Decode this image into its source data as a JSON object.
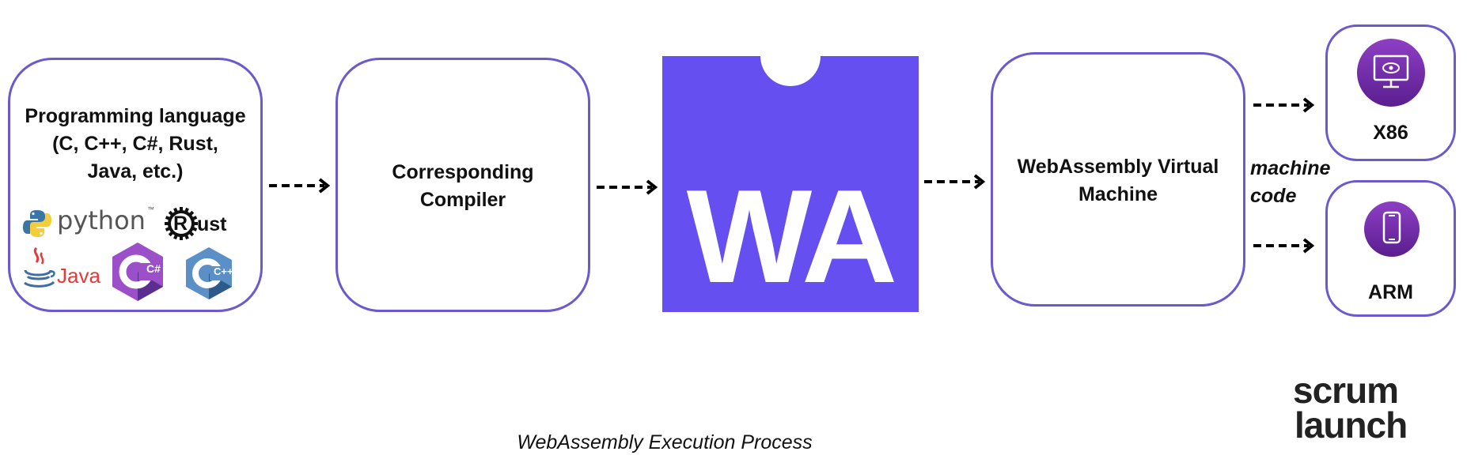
{
  "colors": {
    "border": "#6a5acd",
    "wa_brand": "#654ff0",
    "target_icon_bg": "#7a2fb3"
  },
  "source": {
    "title": "Programming language",
    "subtitle": "(C, C++, C#, Rust, Java, etc.)",
    "logos": {
      "python": "python",
      "python_tm": "™",
      "rust": "ust",
      "rust_r": "R",
      "java": "Java",
      "csharp": "C#",
      "cpp": "C++"
    }
  },
  "compiler": {
    "label": "Corresponding Compiler"
  },
  "wasm": {
    "logo_text": "WA"
  },
  "vm": {
    "label": "WebAssembly Virtual Machine"
  },
  "machine_code": {
    "label": "machine code"
  },
  "targets": [
    {
      "label": "X86",
      "icon": "monitor-icon"
    },
    {
      "label": "ARM",
      "icon": "smartphone-icon"
    }
  ],
  "caption": "WebAssembly Execution Process",
  "brand": {
    "line1": "scrum",
    "line2": "launch"
  }
}
